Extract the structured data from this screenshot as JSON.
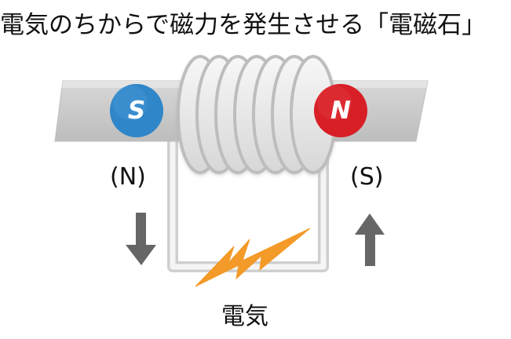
{
  "title": "電気のちからで磁力を発生させる「電磁石」",
  "magnet": {
    "left_pole": "S",
    "right_pole": "N"
  },
  "labels": {
    "left_induced_pole": "(N)",
    "right_induced_pole": "(S)",
    "electricity": "電気"
  },
  "colors": {
    "left_pole": "#2f86c9",
    "right_pole": "#d81f26",
    "magnet_bar": "#cfcfcf",
    "coil": "#e8e8e8",
    "arrow": "#666666",
    "lightning": "#f39a28"
  },
  "icons": {
    "down_arrow": "down-arrow-icon",
    "up_arrow": "up-arrow-icon",
    "lightning": "lightning-icon"
  }
}
